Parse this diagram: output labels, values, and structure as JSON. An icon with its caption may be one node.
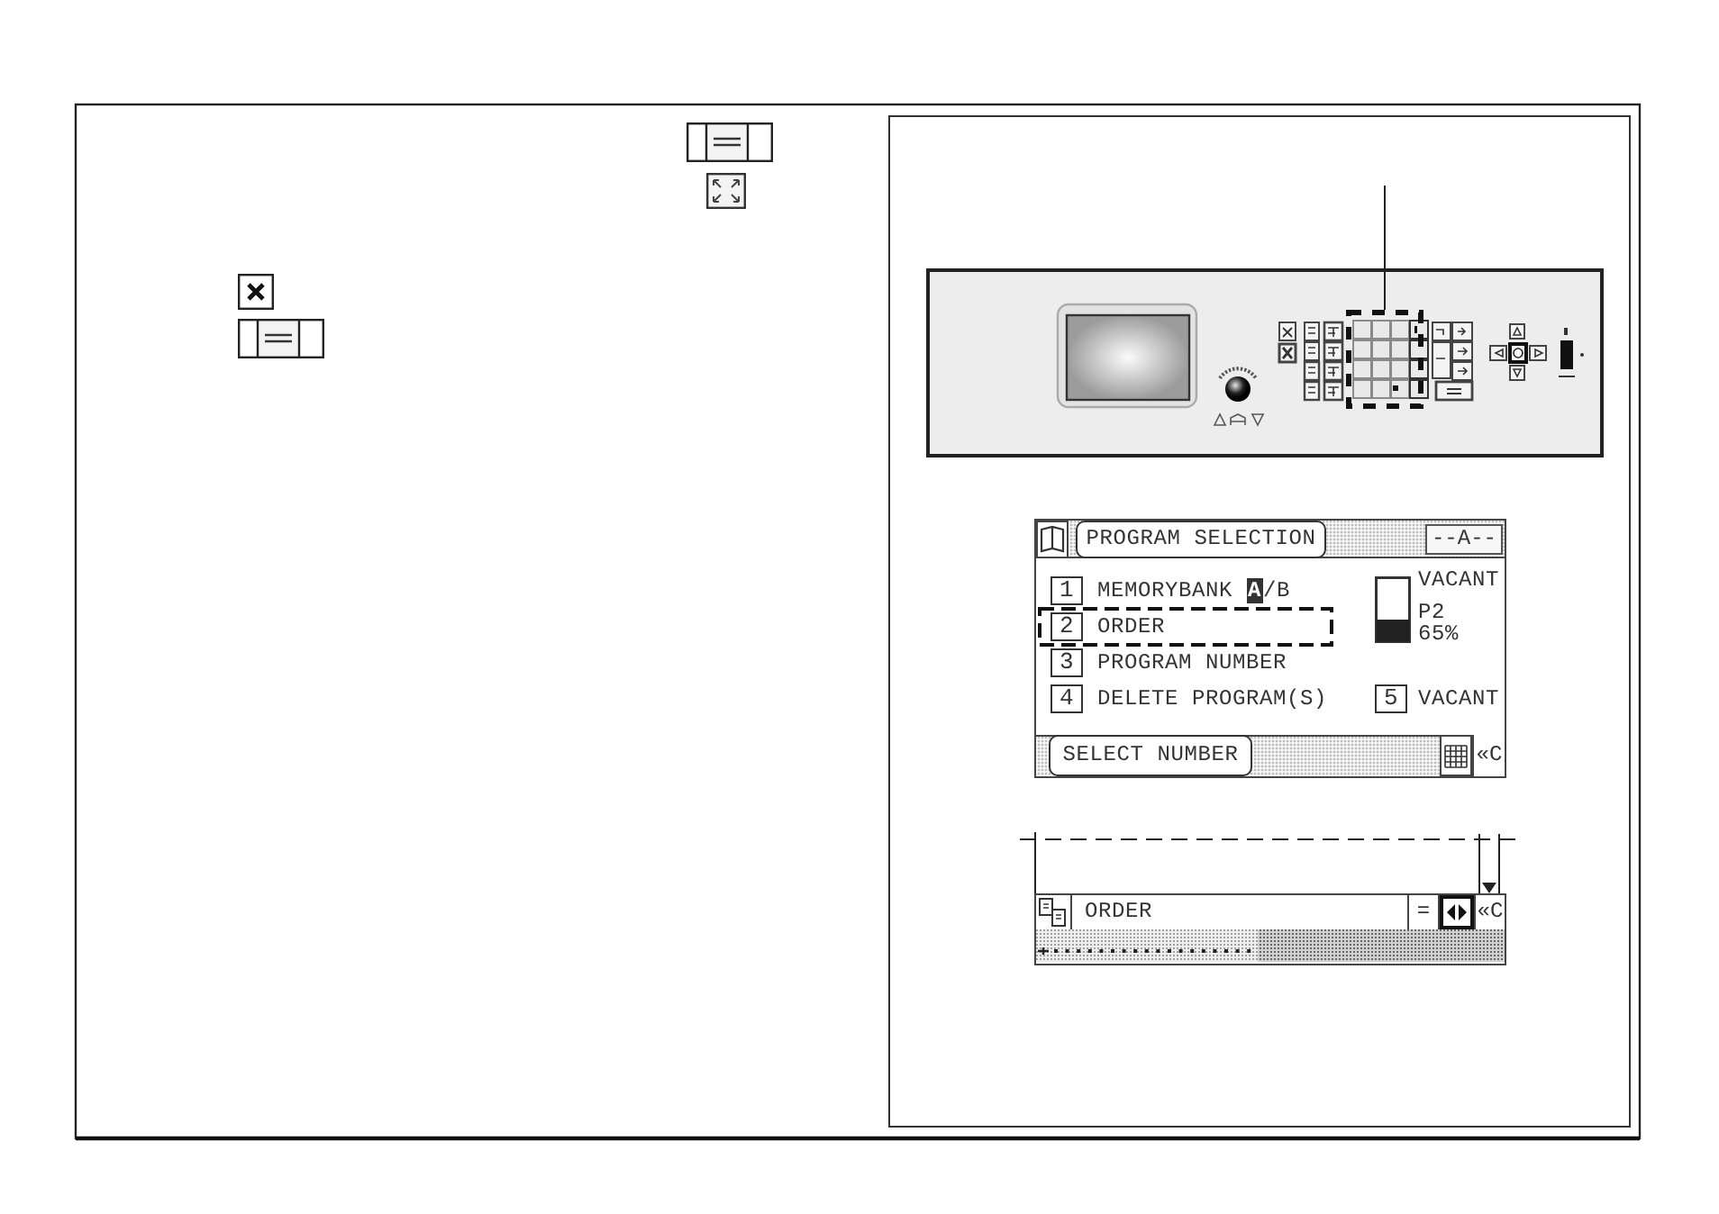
{
  "diagram": {
    "nodes": [
      {
        "text": [],
        "shape": "box"
      },
      {
        "text": [
          "MEMORYBANK **A**/B",
          "VACANT",
          "ORDER",
          "P2",
          "65%",
          "PROGRAM NUMBER",
          "DELETE PROGRAM(S)",
          "VACANT"
        ]
      },
      {
        "text": [
          "PROGRAM SELECTION"
        ],
        "in": 1
      },
      {
        "text": [
          "--A--"
        ],
        "in": 1
      },
      {
        "text": [
          "1"
        ],
        "in": 1
      },
      {
        "text": [
          "2"
        ],
        "in": 1
      },
      {
        "text": [
          "3"
        ],
        "in": 1
      },
      {
        "text": [
          "4"
        ],
        "in": 1
      },
      {
        "text": [
          "5"
        ],
        "in": 1
      },
      {
        "text": [
          "SELECT NUMBER"
        ],
        "in": 1
      },
      {
        "text": [
          "«C"
        ],
        "in": 1
      },
      {
        "text": [],
        "shape": "box"
      },
      {
        "text": [
          "ORDER"
        ],
        "in": 11
      },
      {
        "text": [
          "="
        ],
        "in": 11
      },
      {
        "text": [
          "«C"
        ],
        "in": 11
      }
    ],
    "edges": [
      {
        "from": null,
        "to": 0,
        "arrow": "none"
      },
      {
        "from": null,
        "to": 14,
        "arrow": "to"
      }
    ]
  }
}
